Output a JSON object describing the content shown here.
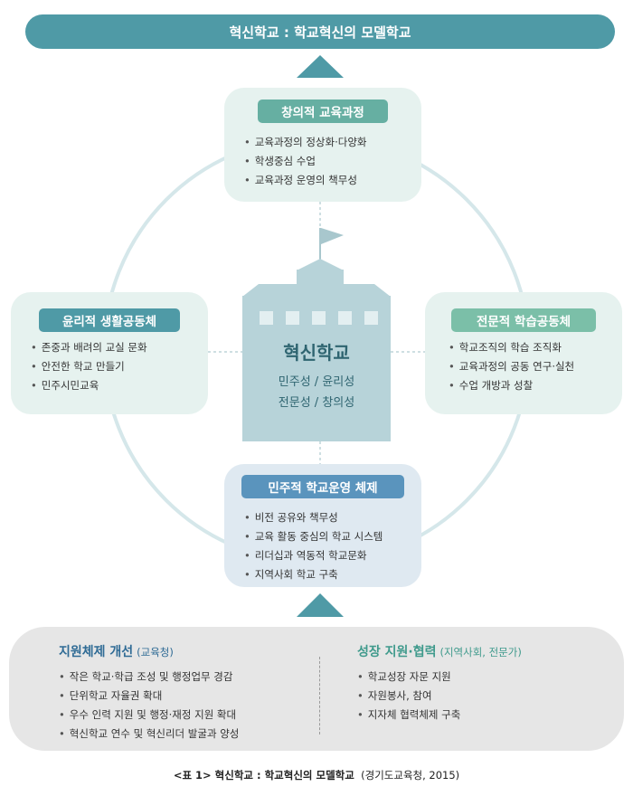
{
  "banner": {
    "title": "혁신학교 : 학교혁신의 모델학교"
  },
  "center": {
    "name": "혁신학교",
    "values_line1": "민주성 / 윤리성",
    "values_line2": "전문성 / 창의성"
  },
  "cards": {
    "top": {
      "title": "창의적 교육과정",
      "items": [
        "교육과정의 정상화·다양화",
        "학생중심 수업",
        "교육과정 운영의 책무성"
      ]
    },
    "left": {
      "title": "윤리적 생활공동체",
      "items": [
        "존중과 배려의 교실 문화",
        "안전한 학교 만들기",
        "민주시민교육"
      ]
    },
    "right": {
      "title": "전문적 학습공동체",
      "items": [
        "학교조직의 학습 조직화",
        "교육과정의 공동 연구·실천",
        "수업 개방과 성찰"
      ]
    },
    "bottom": {
      "title": "민주적 학교운영 체제",
      "items": [
        "비전 공유와 책무성",
        "교육 활동 중심의 학교 시스템",
        "리더십과 역동적 학교문화",
        "지역사회 학교 구축"
      ]
    }
  },
  "support": {
    "left": {
      "title": "지원체제 개선",
      "subtitle": "(교육청)",
      "items": [
        "작은 학교·학급 조성 및 행정업무 경감",
        "단위학교 자율권 확대",
        "우수 인력 지원 및 행정·재정 지원 확대",
        "혁신학교 연수 및 혁신리더 발굴과 양성"
      ]
    },
    "right": {
      "title": "성장 지원·협력",
      "subtitle": "(지역사회, 전문가)",
      "items": [
        "학교성장 자문 지원",
        "자원봉사, 참여",
        "지자체 협력체제 구축"
      ]
    }
  },
  "caption": {
    "label": "<표 1> 혁신학교 : 학교혁신의 모델학교",
    "source": "(경기도교육청, 2015)"
  },
  "colors": {
    "banner": "#4f9aa6",
    "card_green_bg": "#e6f2ef",
    "card_blue_bg": "#dfe9f1",
    "building": "#b7d3d9",
    "circle": "#d5e7ea",
    "arrow": "#4f9aa6",
    "support_bg": "#e6e6e6"
  },
  "icons": [
    "flag-icon",
    "school-building-icon",
    "up-arrow-icon"
  ]
}
